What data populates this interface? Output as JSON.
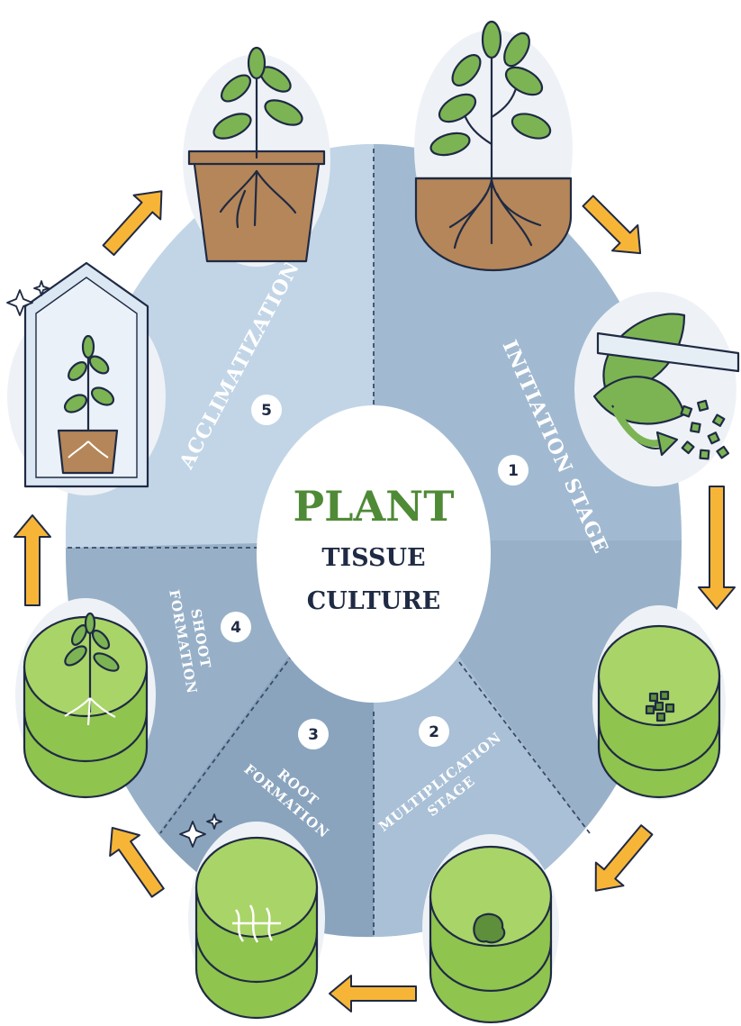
{
  "title": {
    "main": "PLANT",
    "line2": "TISSUE",
    "line3": "CULTURE"
  },
  "stages": [
    {
      "number": "1",
      "lines": [
        "INITIATION STAGE"
      ]
    },
    {
      "number": "2",
      "lines": [
        "MULTIPLICATION",
        "STAGE"
      ]
    },
    {
      "number": "3",
      "lines": [
        "ROOT",
        "FORMATION"
      ]
    },
    {
      "number": "4",
      "lines": [
        "SHOOT",
        "FORMATION"
      ]
    },
    {
      "number": "5",
      "lines": [
        "ACCLIMATIZATION"
      ]
    }
  ],
  "colors": {
    "wheel_light": "#b9cde0",
    "wheel_mid": "#9db6cd",
    "wheel_dark": "#8aa4be",
    "arrow": "#f7b538",
    "leaf": "#7cb454",
    "soil": "#b58659",
    "gel": "#9fcf5a",
    "outline": "#1f2a44"
  },
  "icons": [
    "arrow-icon",
    "potted-plant-icon",
    "greenhouse-icon",
    "petri-dish-icon",
    "sparkle-icon",
    "scalpel-icon"
  ]
}
